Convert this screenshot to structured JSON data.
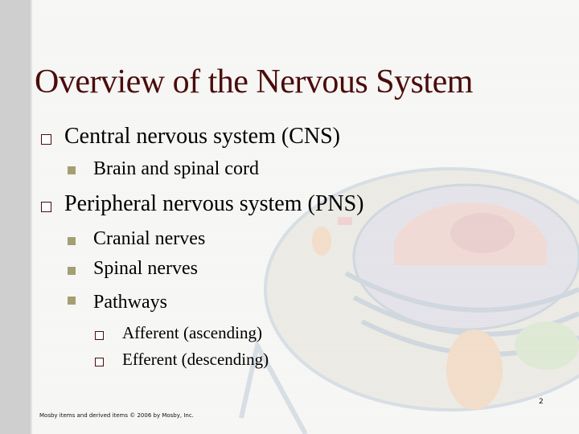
{
  "slide": {
    "title": "Overview of the Nervous System",
    "outline": [
      {
        "label": "Central nervous system (CNS)",
        "children": [
          {
            "label": "Brain and spinal cord"
          }
        ]
      },
      {
        "label": "Peripheral nervous system (PNS)",
        "children": [
          {
            "label": "Cranial nerves"
          },
          {
            "label": "Spinal nerves"
          },
          {
            "label": "Pathways",
            "children": [
              {
                "label": "Afferent (ascending)"
              },
              {
                "label": "Efferent (descending)"
              }
            ]
          }
        ]
      }
    ],
    "page_number": "2",
    "footer": "Mosby items and derived items © 2006 by Mosby, Inc."
  },
  "icons": {
    "level1_bullet": "hollow-square",
    "level2_bullet": "filled-square",
    "level3_bullet": "hollow-square",
    "background": "cell-illustration-watermark"
  },
  "colors": {
    "title": "#4a0c0c",
    "bullet_hollow_border": "#4a0c0c",
    "bullet_filled": "#a39f73",
    "left_strip": "#cfcfcf",
    "background": "#f7f7f5"
  }
}
